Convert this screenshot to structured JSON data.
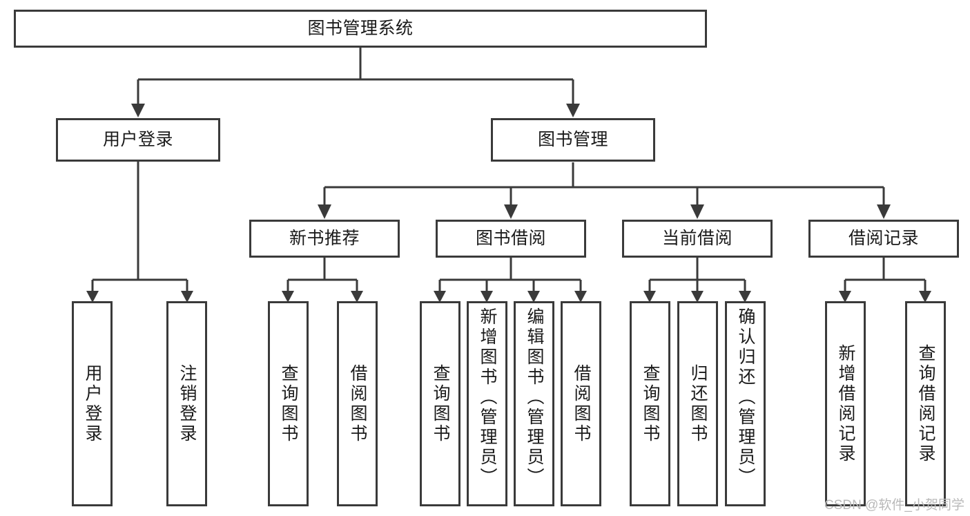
{
  "diagram": {
    "title": "图书管理系统",
    "type": "hierarchy-tree",
    "theme": {
      "background": "#ffffff",
      "node_border": "#3a3a3a",
      "node_fill": "#ffffff",
      "edge_color": "#3a3a3a",
      "text_color": "#1a1a1a",
      "watermark_color": "#b9b9b9"
    },
    "nodes": {
      "root": {
        "label": "图书管理系统"
      },
      "level2": [
        {
          "id": "user-login",
          "label": "用户登录"
        },
        {
          "id": "book-management",
          "label": "图书管理"
        }
      ],
      "level3": [
        {
          "id": "new-book-recommend",
          "label": "新书推荐"
        },
        {
          "id": "book-borrow",
          "label": "图书借阅"
        },
        {
          "id": "current-borrow",
          "label": "当前借阅"
        },
        {
          "id": "borrow-record",
          "label": "借阅记录"
        }
      ],
      "leaves": {
        "user-login": [
          {
            "id": "leaf-user-login",
            "label": "用户登录"
          },
          {
            "id": "leaf-logout",
            "label": "注销登录"
          }
        ],
        "new-book-recommend": [
          {
            "id": "leaf-query-book-1",
            "label": "查询图书"
          },
          {
            "id": "leaf-borrow-book-1",
            "label": "借阅图书"
          }
        ],
        "book-borrow": [
          {
            "id": "leaf-query-book-2",
            "label": "查询图书"
          },
          {
            "id": "leaf-add-book",
            "label": "新增图书（管理员）"
          },
          {
            "id": "leaf-edit-book",
            "label": "编辑图书（管理员）"
          },
          {
            "id": "leaf-borrow-book-2",
            "label": "借阅图书"
          }
        ],
        "current-borrow": [
          {
            "id": "leaf-query-book-3",
            "label": "查询图书"
          },
          {
            "id": "leaf-return-book",
            "label": "归还图书"
          },
          {
            "id": "leaf-confirm-return",
            "label": "确认归还（管理员）"
          }
        ],
        "borrow-record": [
          {
            "id": "leaf-add-record",
            "label": "新增借阅记录"
          },
          {
            "id": "leaf-query-record",
            "label": "查询借阅记录"
          }
        ]
      }
    }
  },
  "watermark": {
    "text": "CSDN @软件_小贺同学"
  }
}
